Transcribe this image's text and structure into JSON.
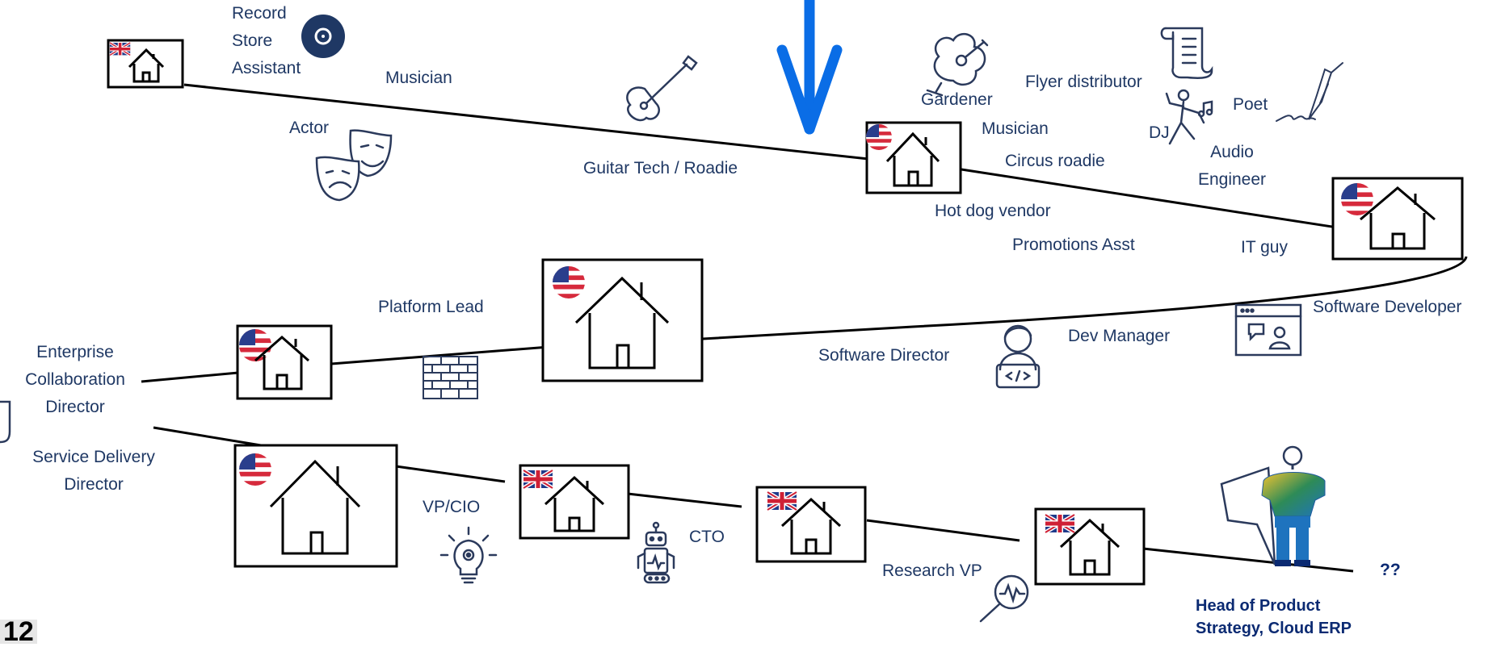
{
  "labels": {
    "record_store": "Record\nStore\nAssistant",
    "musician_top": "Musician",
    "actor": "Actor",
    "guitar_tech": "Guitar Tech / Roadie",
    "gardener": "Gardener",
    "musician_right": "Musician",
    "flyer": "Flyer distributor",
    "poet": "Poet",
    "dj": "DJ",
    "circus": "Circus roadie",
    "audio": "Audio\nEngineer",
    "hotdog": "Hot dog vendor",
    "promotions": "Promotions Asst",
    "it_guy": "IT guy",
    "platform_lead": "Platform Lead",
    "software_developer": "Software Developer",
    "dev_manager": "Dev Manager",
    "software_director": "Software Director",
    "enterprise": "Enterprise\nCollaboration\nDirector",
    "service_delivery": "Service Delivery\nDirector",
    "vp_cio": "VP/CIO",
    "cto": "CTO",
    "research_vp": "Research VP",
    "qq": "??",
    "head_product": "Head of Product\nStrategy, Cloud ERP"
  },
  "corner_text": "12",
  "colors": {
    "label": "#1f3864",
    "arrow": "#0a6de6",
    "line": "#000000",
    "icon": "#2b3a5c",
    "hero_gradient": [
      "#f4c430",
      "#2e8b57",
      "#1e73be"
    ]
  },
  "flags": {
    "us": "us-flag-icon",
    "uk": "uk-flag-icon"
  }
}
